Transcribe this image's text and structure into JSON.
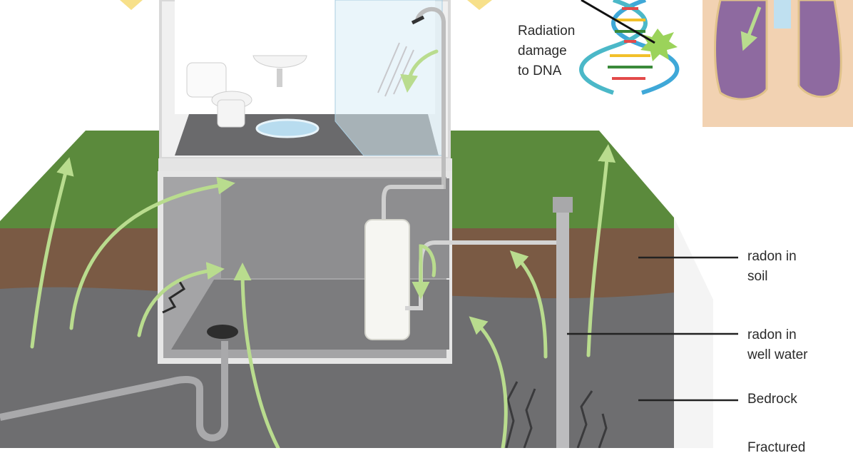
{
  "labels": {
    "dna_damage": "Radiation\ndamage\nto DNA",
    "radon_soil": "radon in\nsoil",
    "radon_well": "radon in\nwell water",
    "bedrock": "Bedrock",
    "fractured": "Fractured"
  },
  "colors": {
    "grass": "#5b8a3c",
    "soil": "#7a5a44",
    "bedrock": "#6e6e70",
    "radon_arrow": "#b9dc8e",
    "lung": "#8e6aa0",
    "skin": "#f2d2b2"
  }
}
